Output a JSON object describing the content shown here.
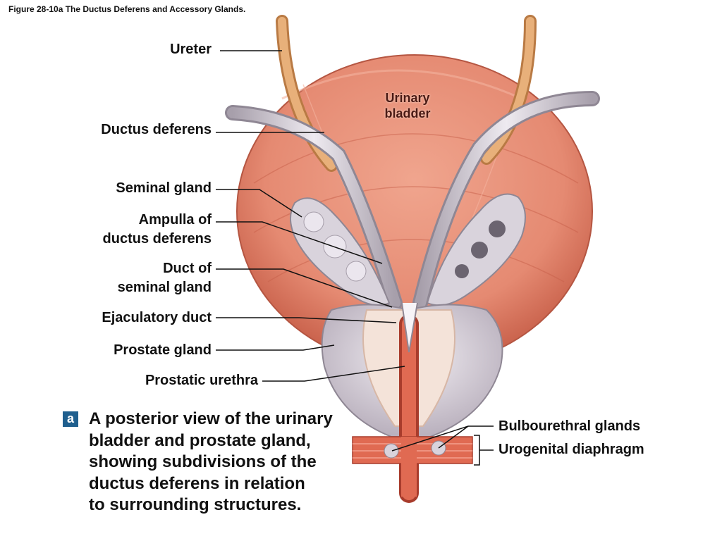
{
  "figure_title": "Figure 28-10a The Ductus Deferens and Accessory Glands.",
  "labels": {
    "ureter": "Ureter",
    "ductus_deferens": "Ductus deferens",
    "seminal_gland": "Seminal gland",
    "ampulla_line1": "Ampulla of",
    "ampulla_line2": "ductus deferens",
    "duct_line1": "Duct of",
    "duct_line2": "seminal gland",
    "ejaculatory_duct": "Ejaculatory duct",
    "prostate_gland": "Prostate gland",
    "prostatic_urethra": "Prostatic urethra",
    "urinary_line1": "Urinary",
    "urinary_line2": "bladder",
    "bulbourethral": "Bulbourethral glands",
    "urogenital": "Urogenital diaphragm"
  },
  "badge": "a",
  "caption": [
    "A posterior view of the urinary",
    "bladder and prostate gland,",
    "showing subdivisions of the",
    "ductus deferens in relation",
    "to surrounding structures."
  ],
  "colors": {
    "bladder": "#e58a72",
    "bladder_dark": "#c8604a",
    "ureter": "#e3a66a",
    "duct": "#c9c2cc",
    "prostate": "#d9d3dc",
    "urethra": "#d95a45"
  }
}
